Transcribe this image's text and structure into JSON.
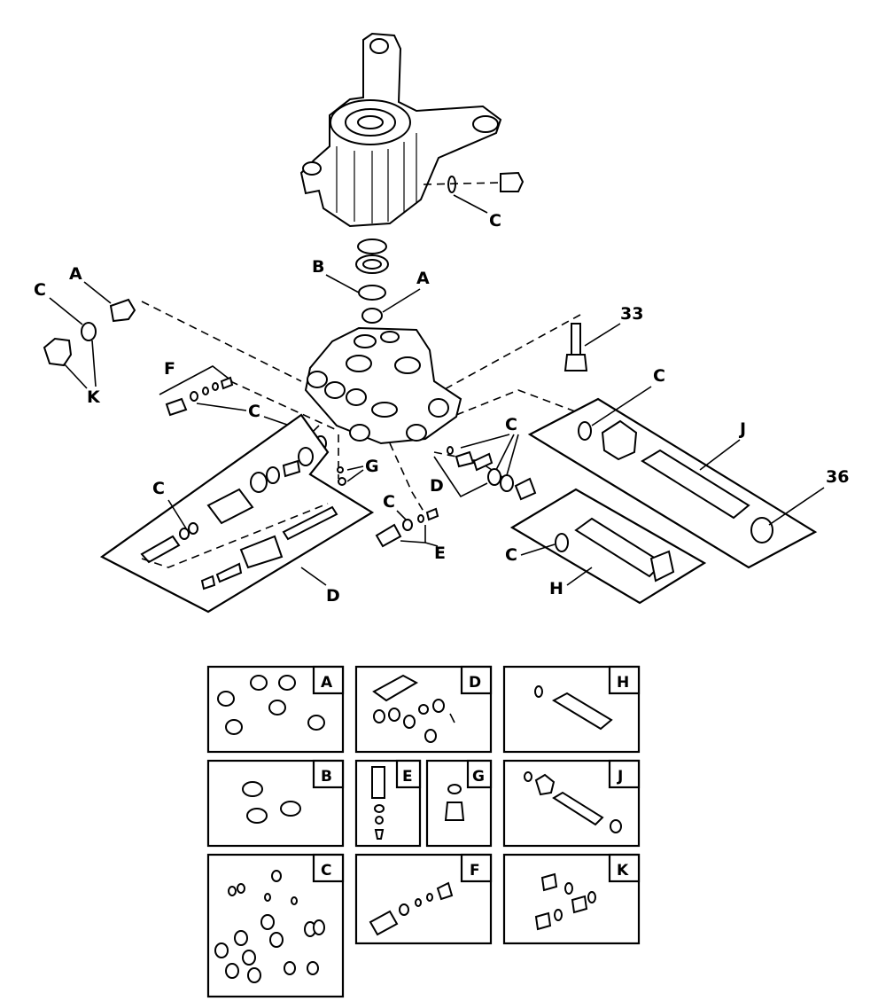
{
  "callouts": {
    "c_top": "C",
    "a_left": "A",
    "c_left": "C",
    "k_left": "K",
    "b_mid": "B",
    "a_mid": "A",
    "n33": "33",
    "f_left": "F",
    "c_f": "C",
    "g_mid": "G",
    "c_d_left": "C",
    "d_left": "D",
    "c_right": "C",
    "d_right": "D",
    "c_e": "C",
    "e_mid": "E",
    "c_j": "C",
    "j_right": "J",
    "n36": "36",
    "c_h": "C",
    "h_right": "H"
  },
  "kits": [
    {
      "id": "A",
      "label": "A"
    },
    {
      "id": "D",
      "label": "D"
    },
    {
      "id": "H",
      "label": "H"
    },
    {
      "id": "B",
      "label": "B"
    },
    {
      "id": "E",
      "label": "E"
    },
    {
      "id": "G",
      "label": "G"
    },
    {
      "id": "J",
      "label": "J"
    },
    {
      "id": "C",
      "label": "C"
    },
    {
      "id": "F",
      "label": "F"
    },
    {
      "id": "K",
      "label": "K"
    }
  ]
}
